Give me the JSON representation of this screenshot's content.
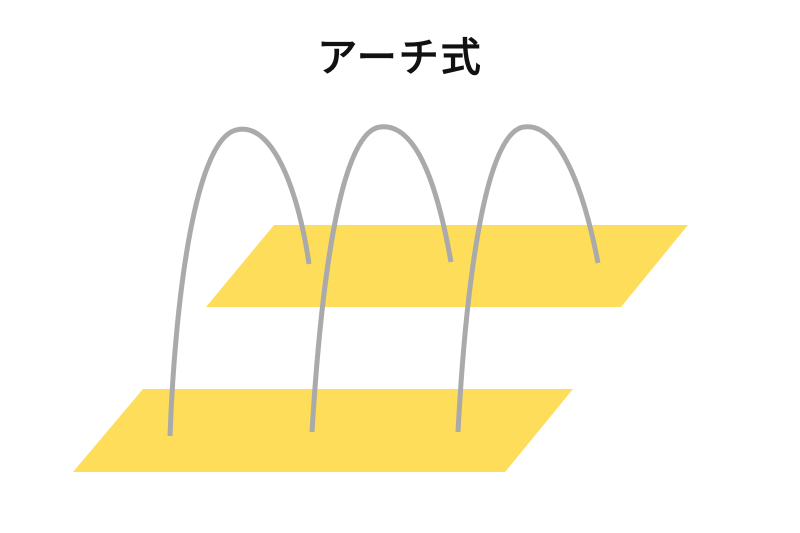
{
  "title": "アーチ式",
  "colors": {
    "bed": "#FEDD5A",
    "arch": "#AAAAAA",
    "title": "#111111",
    "background": "#FFFFFF"
  },
  "diagram": {
    "elements": [
      {
        "name": "upper-bed",
        "kind": "parallelogram"
      },
      {
        "name": "lower-bed",
        "kind": "parallelogram"
      },
      {
        "name": "arch-1",
        "kind": "arch"
      },
      {
        "name": "arch-2",
        "kind": "arch"
      },
      {
        "name": "arch-3",
        "kind": "arch"
      }
    ]
  }
}
